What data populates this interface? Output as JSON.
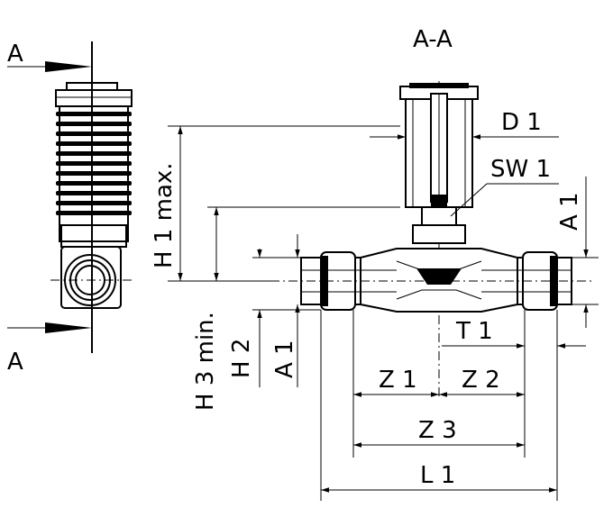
{
  "labels": {
    "section_top_left": "A",
    "section_bottom_left": "A",
    "section_title": "A-A",
    "d1": "D 1",
    "sw1": "SW 1",
    "a1_right": "A 1",
    "t1": "T 1",
    "z1": "Z 1",
    "z2": "Z 2",
    "z3": "Z 3",
    "l1": "L 1",
    "h1": "H 1 max.",
    "h2": "H 2",
    "h3": "H 3 min.",
    "a1_left": "A 1"
  },
  "colors": {
    "line": "#000000",
    "background": "#ffffff"
  }
}
